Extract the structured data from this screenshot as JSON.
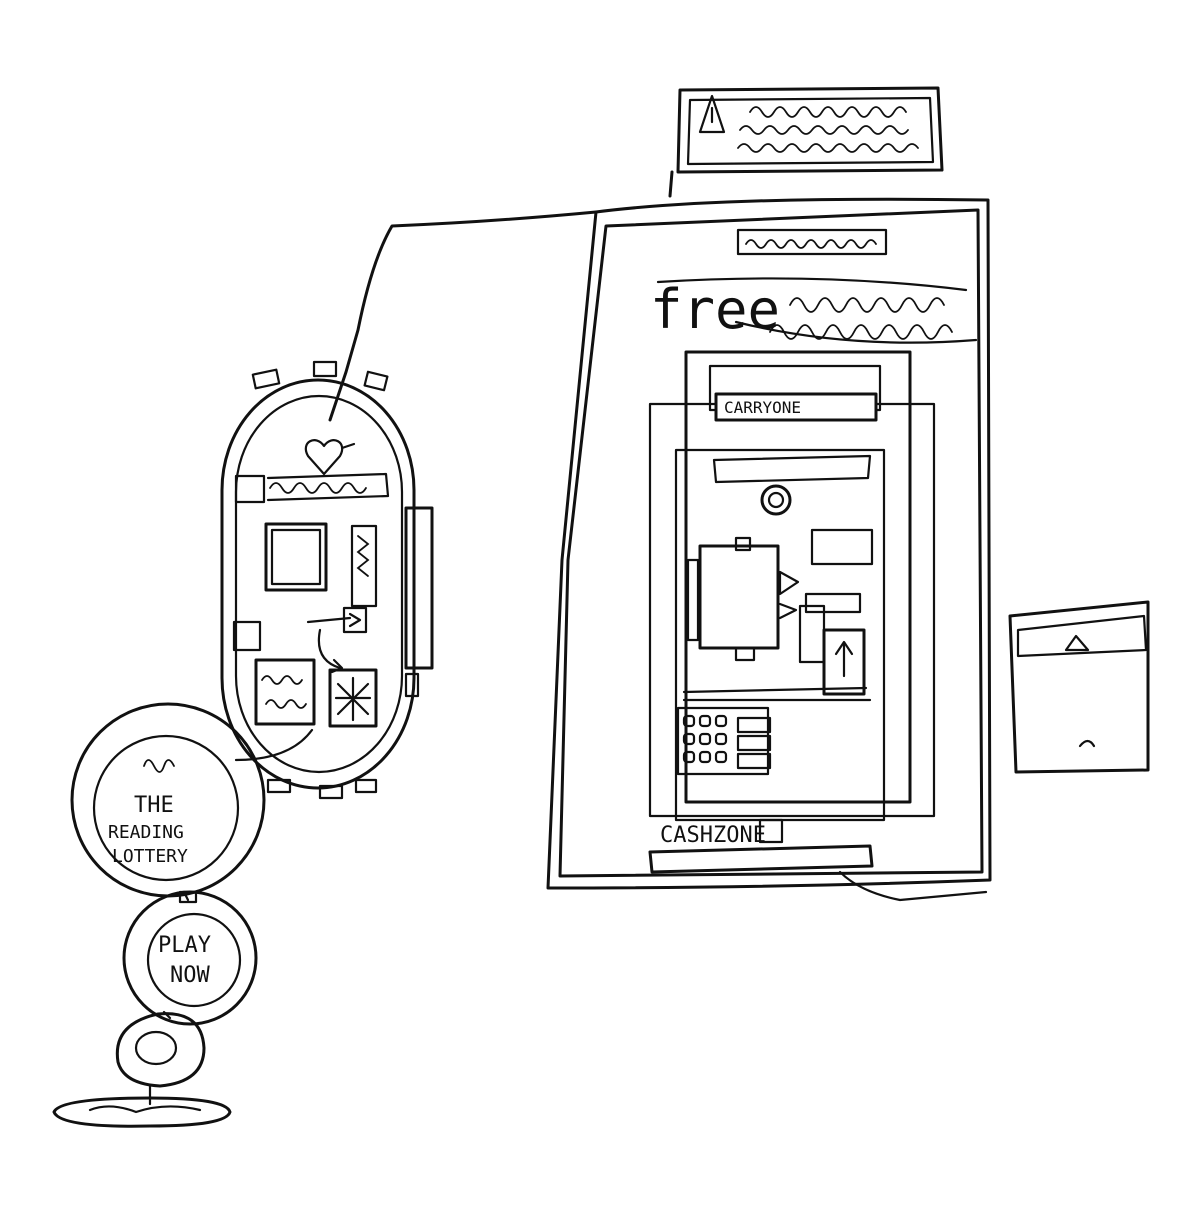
{
  "ink_color": "#111111",
  "paper_color": "#ffffff",
  "terminal": {
    "headline_word": "free",
    "screen_banner": "CARRYONE",
    "footer_label": "CASHZONE"
  },
  "lottery_badge": {
    "line1": "THE",
    "line2": "READING",
    "line3": "LOTTERY"
  },
  "play_button": {
    "line1": "PLAY",
    "line2": "NOW"
  },
  "icons": {
    "warning": "warning-triangle-icon",
    "heart": "heart-icon",
    "eject": "eject-arrow-icon",
    "arrow_right": "arrow-right-icon",
    "arrow_up": "arrow-up-icon",
    "curved_arrow": "curved-arrow-icon",
    "fan": "fan-icon"
  }
}
